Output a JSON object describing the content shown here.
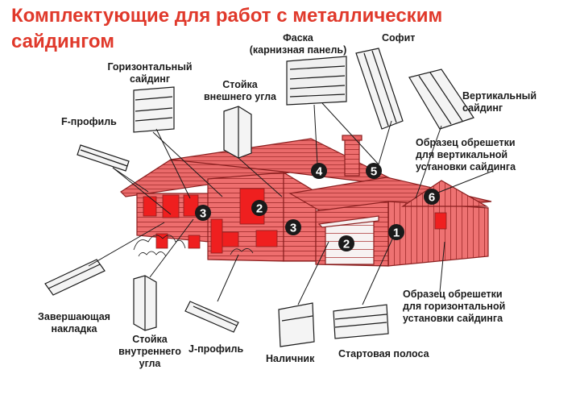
{
  "title": {
    "line1": "Комплектующие для работ с металлическим",
    "line2": "сайдингом"
  },
  "labels": {
    "chamfer_1": "Фаска",
    "chamfer_2": "(карнизная панель)",
    "soffit": "Софит",
    "horizontal_1": "Горизонтальный",
    "horizontal_2": "сайдинг",
    "outer_corner_1": "Стойка",
    "outer_corner_2": "внешнего угла",
    "vertical_1": "Вертикальный",
    "vertical_2": "сайдинг",
    "f_profile": "F-профиль",
    "vert_lath_1": "Образец обрешетки",
    "vert_lath_2": "для вертикальной",
    "vert_lath_3": "установки сайдинга",
    "horiz_lath_1": "Образец обрешетки",
    "horiz_lath_2": "для горизонтальной",
    "horiz_lath_3": "установки сайдинга",
    "finishing_1": "Завершающая",
    "finishing_2": "накладка",
    "inner_corner_1": "Стойка",
    "inner_corner_2": "внутреннего",
    "inner_corner_3": "угла",
    "j_profile": "J-профиль",
    "trim": "Наличник",
    "starter": "Стартовая полоса"
  },
  "markers": {
    "m1": "1",
    "m2a": "2",
    "m2b": "2",
    "m3a": "3",
    "m3b": "3",
    "m4": "4",
    "m5": "5",
    "m6": "6"
  },
  "colors": {
    "title": "#e0392b",
    "house": "#e96363",
    "house_line": "#8b2020",
    "marker": "#1a1a1a"
  }
}
